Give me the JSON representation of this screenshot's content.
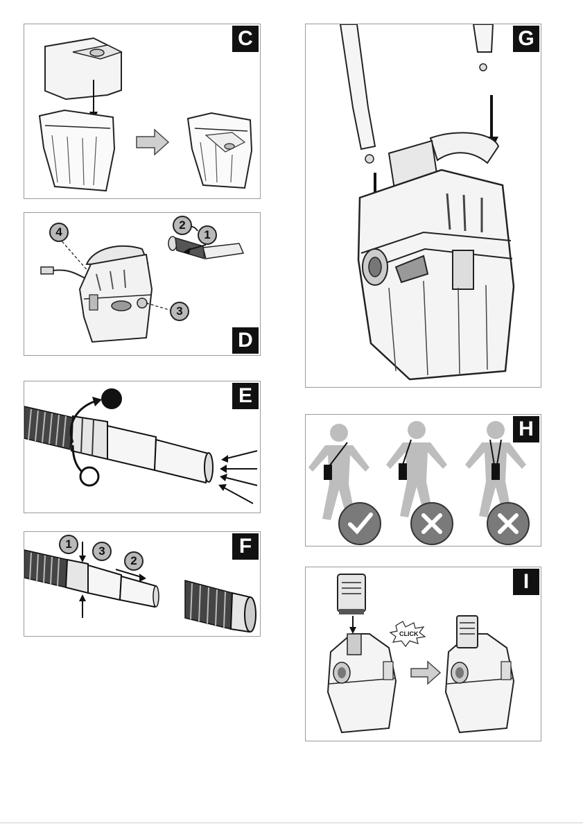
{
  "panels": {
    "c": {
      "label": "C"
    },
    "d": {
      "label": "D",
      "callouts": [
        "1",
        "2",
        "3",
        "4"
      ]
    },
    "e": {
      "label": "E"
    },
    "f": {
      "label": "F",
      "callouts": [
        "1",
        "2",
        "3"
      ]
    },
    "g": {
      "label": "G"
    },
    "h": {
      "label": "H"
    },
    "i": {
      "label": "I",
      "click_text": "CLICK"
    }
  },
  "colors": {
    "panel_border": "#9a9a9a",
    "tag_bg": "#111111",
    "silhouette": "#bdbdbd",
    "check_circle": "#7a7a7a"
  }
}
